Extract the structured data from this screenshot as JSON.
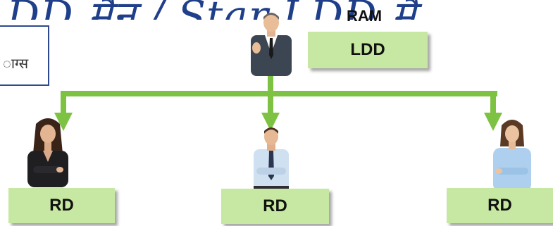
{
  "title_fragment": "LDD मैन / Star LDD मै",
  "side_card_text": "ाग्स",
  "manager": {
    "role_label": "RAM",
    "box_label": "LDD"
  },
  "reports": [
    {
      "box_label": "RD"
    },
    {
      "box_label": "RD"
    },
    {
      "box_label": "RD"
    }
  ],
  "colors": {
    "connector": "#7dc243",
    "box_fill": "#c7e8a2",
    "title": "#1f3f8a",
    "card_border": "#2e4a8c"
  }
}
